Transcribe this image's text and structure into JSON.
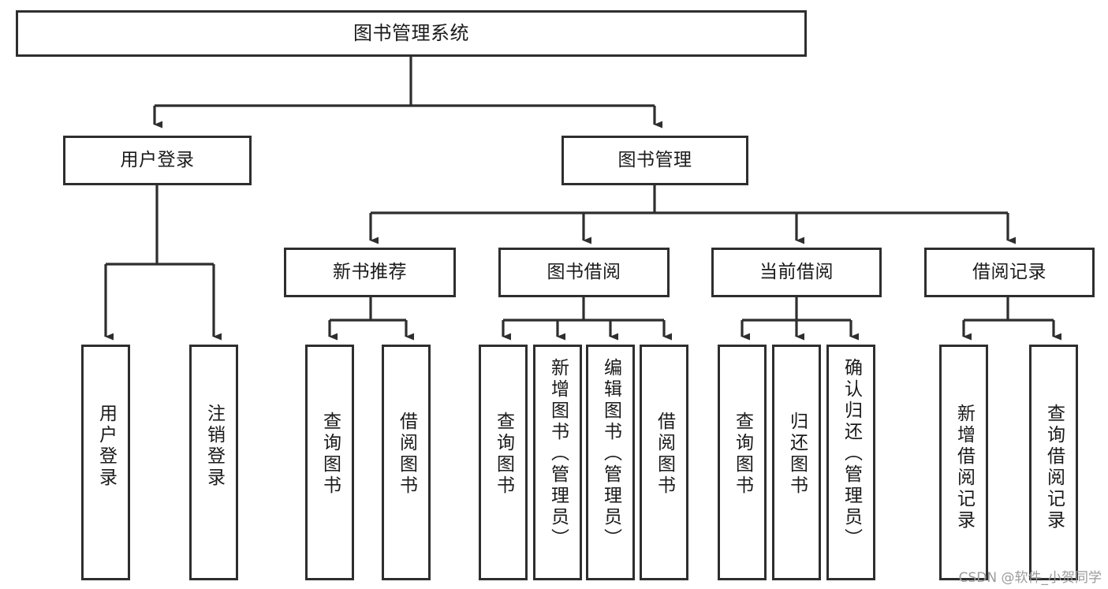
{
  "diagram": {
    "title": "图书管理系统",
    "type": "tree",
    "root": {
      "id": "root",
      "label": "图书管理系统"
    },
    "level1": [
      {
        "id": "user-login",
        "label": "用户登录"
      },
      {
        "id": "book-management",
        "label": "图书管理"
      }
    ],
    "level2": [
      {
        "id": "new-book-recommend",
        "label": "新书推荐",
        "parent": "book-management"
      },
      {
        "id": "book-borrow",
        "label": "图书借阅",
        "parent": "book-management"
      },
      {
        "id": "current-borrow",
        "label": "当前借阅",
        "parent": "book-management"
      },
      {
        "id": "borrow-record",
        "label": "借阅记录",
        "parent": "book-management"
      }
    ],
    "leaves": {
      "user-login": [
        {
          "id": "leaf-user-login",
          "label": "用户登录"
        },
        {
          "id": "leaf-user-logout",
          "label": "注销登录"
        }
      ],
      "new-book-recommend": [
        {
          "id": "leaf-query-book-1",
          "label": "查询图书"
        },
        {
          "id": "leaf-borrow-book-1",
          "label": "借阅图书"
        }
      ],
      "book-borrow": [
        {
          "id": "leaf-query-book-2",
          "label": "查询图书"
        },
        {
          "id": "leaf-add-book",
          "label": "新增图书（管理员）"
        },
        {
          "id": "leaf-edit-book",
          "label": "编辑图书（管理员）"
        },
        {
          "id": "leaf-borrow-book-2",
          "label": "借阅图书"
        }
      ],
      "current-borrow": [
        {
          "id": "leaf-query-book-3",
          "label": "查询图书"
        },
        {
          "id": "leaf-return-book",
          "label": "归还图书"
        },
        {
          "id": "leaf-confirm-return",
          "label": "确认归还（管理员）"
        }
      ],
      "borrow-record": [
        {
          "id": "leaf-add-record",
          "label": "新增借阅记录"
        },
        {
          "id": "leaf-query-record",
          "label": "查询借阅记录"
        }
      ]
    }
  },
  "watermark": {
    "text": "CSDN @软件_小贺同学"
  },
  "colors": {
    "stroke": "#2e2e2e",
    "background": "#ffffff",
    "text": "#1a1a1a",
    "watermark": "#9b9b9b"
  }
}
